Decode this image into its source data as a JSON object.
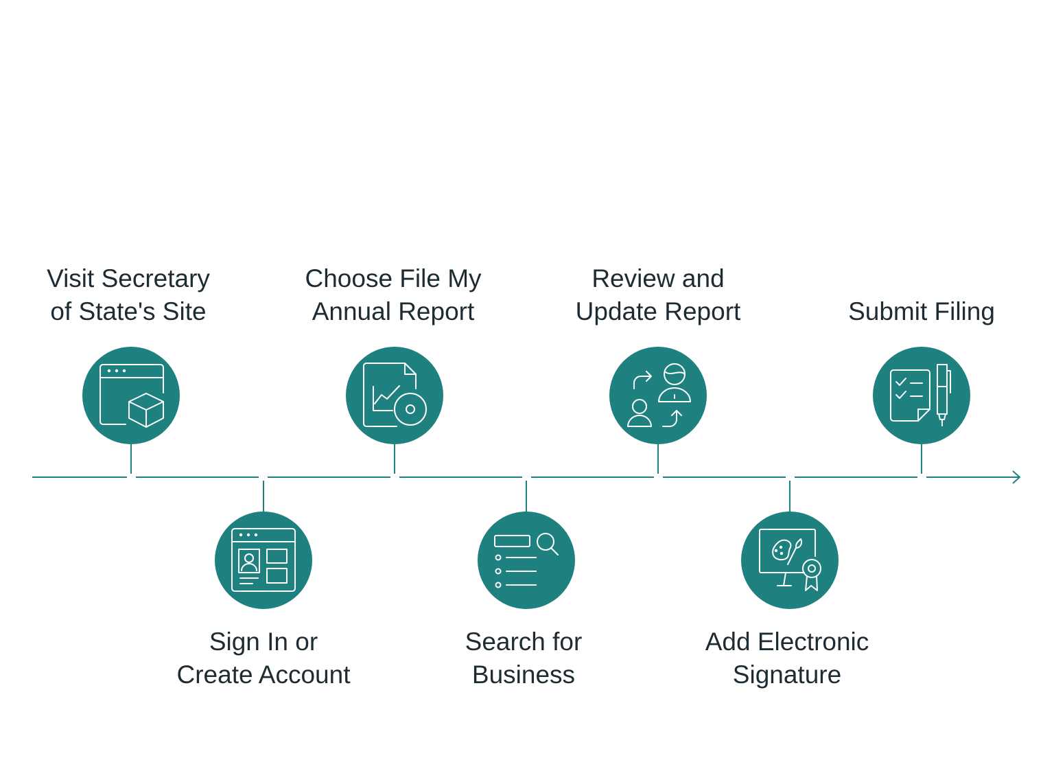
{
  "colors": {
    "circle": "#1e8180",
    "line": "#1e8180",
    "icon": "#ffffff",
    "text": "#1d2b33"
  },
  "steps": [
    {
      "label": "Visit Secretary\nof State's Site",
      "position": "above",
      "icon": "browser-cube-icon"
    },
    {
      "label": "Sign In or\nCreate Account",
      "position": "below",
      "icon": "profile-window-icon"
    },
    {
      "label": "Choose File My\nAnnual Report",
      "position": "above",
      "icon": "chart-document-gear-icon"
    },
    {
      "label": "Search for\nBusiness",
      "position": "below",
      "icon": "list-search-icon"
    },
    {
      "label": "Review and\nUpdate Report",
      "position": "above",
      "icon": "people-exchange-icon"
    },
    {
      "label": "Add Electronic\nSignature",
      "position": "below",
      "icon": "monitor-award-icon"
    },
    {
      "label": "Submit Filing",
      "position": "above",
      "icon": "checklist-pen-icon"
    }
  ]
}
